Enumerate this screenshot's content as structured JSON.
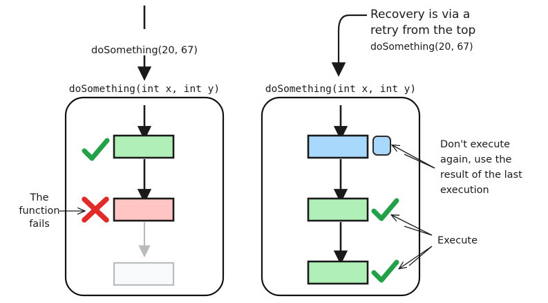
{
  "diagram": {
    "title": "Retry-based recovery for doSomething",
    "background_color": "#ffffff"
  },
  "colors": {
    "step_green": "#b0f0b8",
    "step_pink": "#ffc4c4",
    "step_blue": "#a8d8fb",
    "step_ghost": "#f7f9fa",
    "check_green": "#24a148",
    "cross_red": "#e02b2b",
    "stroke_dark": "#1a1a1a",
    "stroke_muted": "#b9bcbe"
  },
  "left_panel": {
    "incoming_call": "doSomething(20, 67)",
    "signature": "doSomething(int x, int y)",
    "steps": [
      {
        "state": "success",
        "color": "#b0f0b8",
        "marker": "check"
      },
      {
        "state": "failed",
        "color": "#ffc4c4",
        "marker": "cross"
      },
      {
        "state": "not-executed",
        "color": "#f7f9fa",
        "marker": "none"
      }
    ],
    "annotation": {
      "lines": [
        "The",
        "function",
        "fails"
      ]
    }
  },
  "right_panel": {
    "signature": "doSomething(int x, int y)",
    "steps": [
      {
        "state": "cached",
        "color": "#a8d8fb",
        "marker": "mini-square"
      },
      {
        "state": "success",
        "color": "#b0f0b8",
        "marker": "check"
      },
      {
        "state": "success",
        "color": "#b0f0b8",
        "marker": "check"
      }
    ],
    "recovery_note": {
      "lines": [
        "Recovery is via a",
        "retry from the top"
      ],
      "call": "doSomething(20, 67)"
    },
    "cached_note": {
      "lines": [
        "Don't execute",
        "again, use the",
        "result of the last",
        "execution"
      ]
    },
    "execute_note": {
      "label": "Execute"
    }
  }
}
